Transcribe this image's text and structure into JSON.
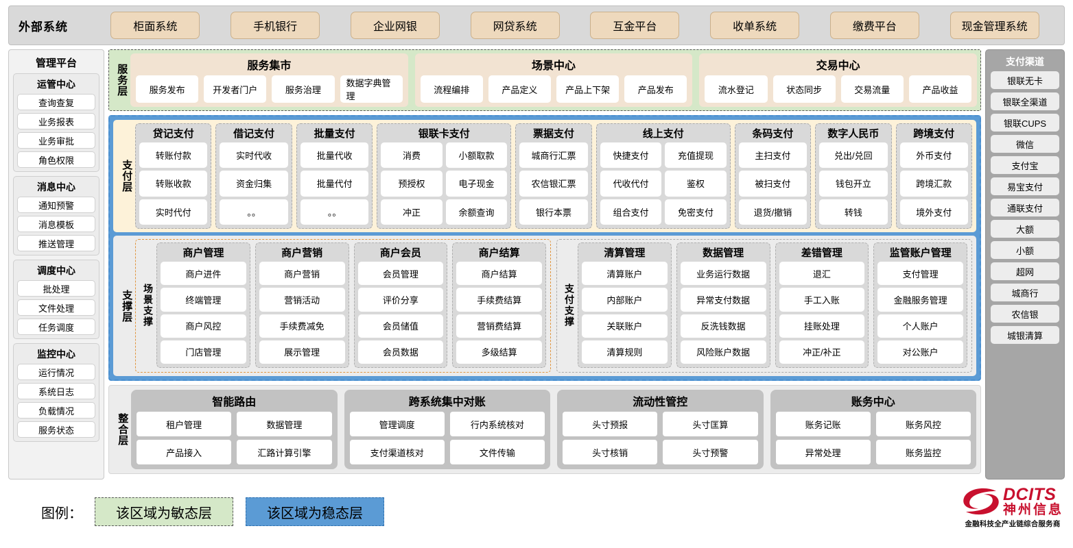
{
  "external": {
    "title": "外部系统",
    "items": [
      "柜面系统",
      "手机银行",
      "企业网银",
      "网贷系统",
      "互金平台",
      "收单系统",
      "缴费平台",
      "现金管理系统"
    ]
  },
  "left_panel": {
    "title": "管理平台",
    "groups": [
      {
        "title": "运管中心",
        "items": [
          "查询查复",
          "业务报表",
          "业务审批",
          "角色权限"
        ]
      },
      {
        "title": "消息中心",
        "items": [
          "通知预警",
          "消息模板",
          "推送管理"
        ]
      },
      {
        "title": "调度中心",
        "items": [
          "批处理",
          "文件处理",
          "任务调度"
        ]
      },
      {
        "title": "监控中心",
        "items": [
          "运行情况",
          "系统日志",
          "负载情况",
          "服务状态"
        ]
      }
    ]
  },
  "right_panel": {
    "title": "支付渠道",
    "items": [
      "银联无卡",
      "银联全渠道",
      "银联CUPS",
      "微信",
      "支付宝",
      "易宝支付",
      "通联支付",
      "大额",
      "小额",
      "超网",
      "城商行",
      "农信银",
      "城银清算"
    ]
  },
  "service_layer": {
    "label": "服务层",
    "groups": [
      {
        "title": "服务集市",
        "items": [
          "服务发布",
          "开发者门户",
          "服务治理",
          "数据字典管理"
        ]
      },
      {
        "title": "场景中心",
        "items": [
          "流程编排",
          "产品定义",
          "产品上下架",
          "产品发布"
        ]
      },
      {
        "title": "交易中心",
        "items": [
          "流水登记",
          "状态同步",
          "交易流量",
          "产品收益"
        ]
      }
    ]
  },
  "payment_layer": {
    "label": "支付层",
    "columns": [
      {
        "title": "贷记支付",
        "cols": 1,
        "items": [
          "转账付款",
          "转账收款",
          "实时代付"
        ]
      },
      {
        "title": "借记支付",
        "cols": 1,
        "items": [
          "实时代收",
          "资金归集",
          "。。"
        ]
      },
      {
        "title": "批量支付",
        "cols": 1,
        "items": [
          "批量代收",
          "批量代付",
          "。。"
        ]
      },
      {
        "title": "银联卡支付",
        "cols": 2,
        "items": [
          "消费",
          "小额取款",
          "预授权",
          "电子现金",
          "冲正",
          "余额查询"
        ]
      },
      {
        "title": "票据支付",
        "cols": 1,
        "items": [
          "城商行汇票",
          "农信银汇票",
          "银行本票"
        ]
      },
      {
        "title": "线上支付",
        "cols": 2,
        "items": [
          "快捷支付",
          "充值提现",
          "代收代付",
          "鉴权",
          "组合支付",
          "免密支付"
        ]
      },
      {
        "title": "条码支付",
        "cols": 1,
        "items": [
          "主扫支付",
          "被扫支付",
          "退货/撤销"
        ]
      },
      {
        "title": "数字人民币",
        "cols": 1,
        "items": [
          "兑出/兑回",
          "钱包开立",
          "转钱"
        ]
      },
      {
        "title": "跨境支付",
        "cols": 1,
        "items": [
          "外币支付",
          "跨境汇款",
          "境外支付"
        ]
      }
    ]
  },
  "support_layer": {
    "label": "支撑层",
    "scene": {
      "label": "场景支撑",
      "columns": [
        {
          "title": "商户管理",
          "items": [
            "商户进件",
            "终端管理",
            "商户风控",
            "门店管理"
          ]
        },
        {
          "title": "商户营销",
          "items": [
            "商户营销",
            "营销活动",
            "手续费减免",
            "展示管理"
          ]
        },
        {
          "title": "商户会员",
          "items": [
            "会员管理",
            "评价分享",
            "会员储值",
            "会员数据"
          ]
        },
        {
          "title": "商户结算",
          "items": [
            "商户结算",
            "手续费结算",
            "营销费结算",
            "多级结算"
          ]
        }
      ]
    },
    "payment_support": {
      "label": "支付支撑",
      "columns": [
        {
          "title": "清算管理",
          "items": [
            "清算账户",
            "内部账户",
            "关联账户",
            "清算规则"
          ]
        },
        {
          "title": "数据管理",
          "items": [
            "业务运行数据",
            "异常支付数据",
            "反洗钱数据",
            "风险账户数据"
          ]
        },
        {
          "title": "差错管理",
          "items": [
            "退汇",
            "手工入账",
            "挂账处理",
            "冲正/补正"
          ]
        },
        {
          "title": "监管账户管理",
          "items": [
            "支付管理",
            "金融服务管理",
            "个人账户",
            "对公账户"
          ]
        }
      ]
    }
  },
  "integration_layer": {
    "label": "整合层",
    "columns": [
      {
        "title": "智能路由",
        "items": [
          "租户管理",
          "数据管理",
          "产品接入",
          "汇路计算引擎"
        ]
      },
      {
        "title": "跨系统集中对账",
        "items": [
          "管理调度",
          "行内系统核对",
          "支付渠道核对",
          "文件传输"
        ]
      },
      {
        "title": "流动性管控",
        "items": [
          "头寸预报",
          "头寸匡算",
          "头寸核销",
          "头寸预警"
        ]
      },
      {
        "title": "账务中心",
        "items": [
          "账务记账",
          "账务风控",
          "异常处理",
          "账务监控"
        ]
      }
    ]
  },
  "legend": {
    "label": "图例：",
    "agile": "该区域为敏态层",
    "stable": "该区域为稳态层",
    "agile_color": "#d5e8c8",
    "stable_color": "#5b9bd5"
  },
  "logo": {
    "brand": "DCITS",
    "brand_cn": "神州信息",
    "tagline": "金融科技全产业链综合服务商",
    "color": "#c8102e"
  }
}
